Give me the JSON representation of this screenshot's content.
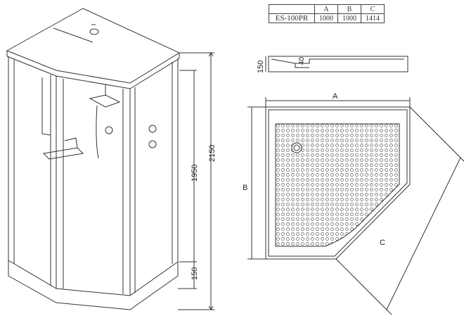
{
  "spec_table": {
    "headers": [
      "",
      "A",
      "B",
      "C"
    ],
    "row": [
      "ES-100PR",
      "1000",
      "1000",
      "1414"
    ]
  },
  "cabin_dims": {
    "total_height": "2150",
    "cabin_height": "1950",
    "tray_height": "150"
  },
  "tray_side_dims": {
    "height": "150",
    "depth": "40"
  },
  "tray_top_labels": {
    "a": "A",
    "b": "B",
    "c": "C"
  },
  "colors": {
    "line": "#333333",
    "background": "#ffffff"
  }
}
